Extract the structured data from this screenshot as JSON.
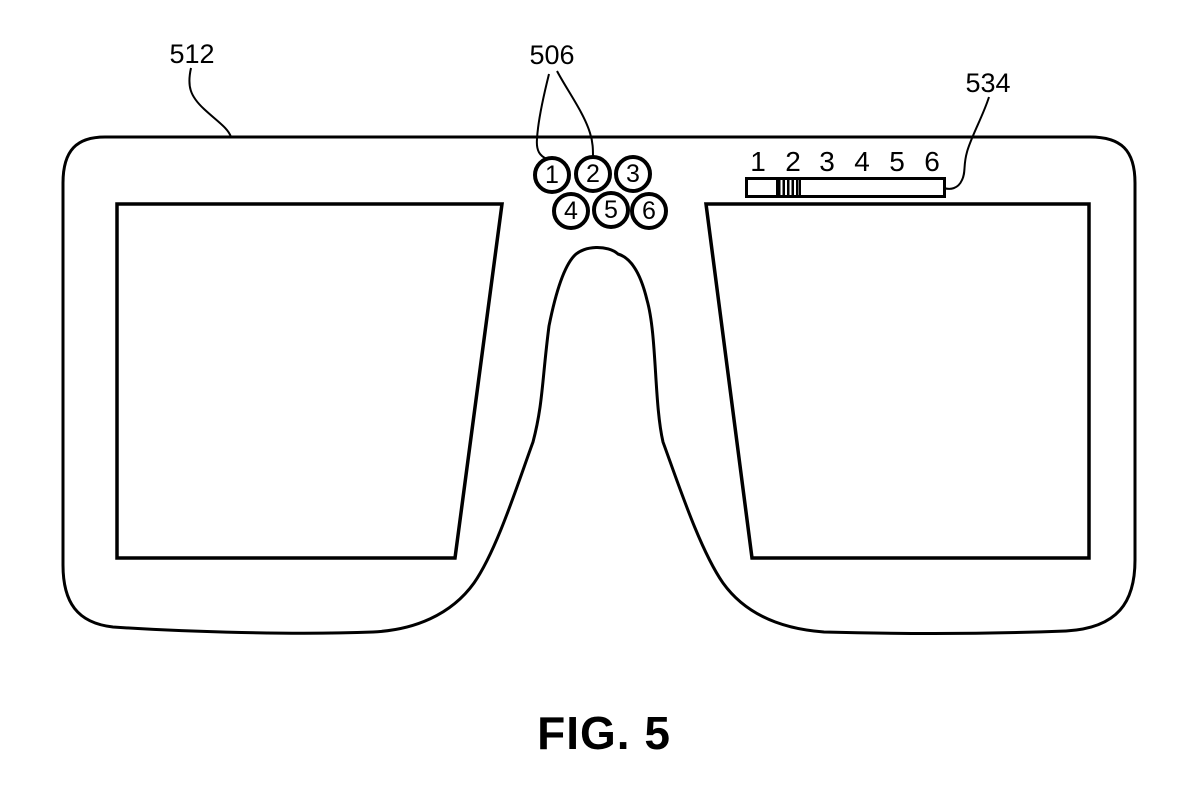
{
  "figure": {
    "caption": "FIG. 5"
  },
  "reference_labels": {
    "frame": "512",
    "buttons": "506",
    "slider": "534"
  },
  "buttons": {
    "items": [
      "1",
      "2",
      "3",
      "4",
      "5",
      "6"
    ]
  },
  "slider": {
    "scale": [
      "1",
      "2",
      "3",
      "4",
      "5",
      "6"
    ],
    "thumb_position": "2"
  },
  "colors": {
    "line": "#000000",
    "background": "#ffffff"
  }
}
